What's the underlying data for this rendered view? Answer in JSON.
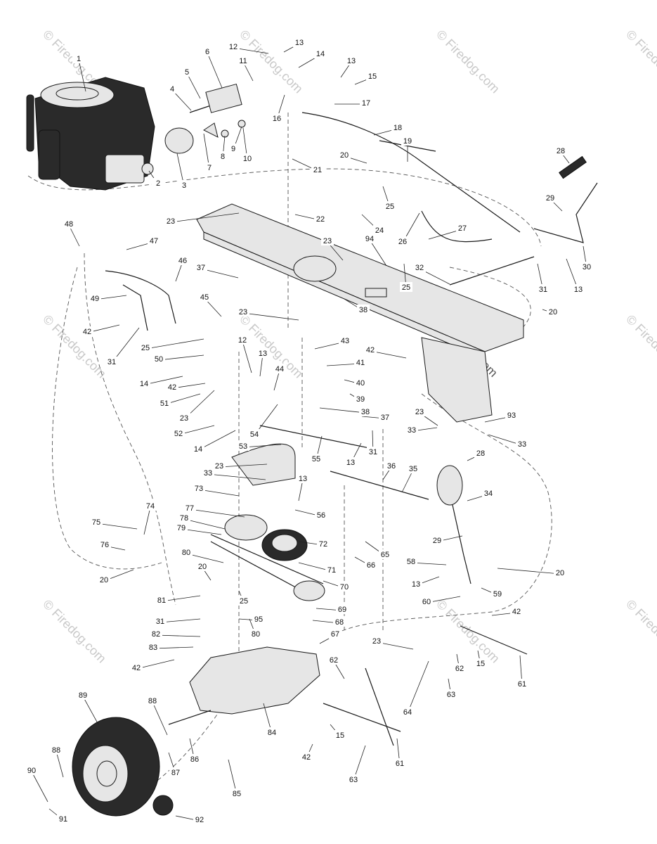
{
  "watermark": "© Firedog.com",
  "callouts": [
    "1",
    "2",
    "3",
    "4",
    "5",
    "6",
    "7",
    "8",
    "9",
    "10",
    "11",
    "12",
    "13",
    "14",
    "15",
    "16",
    "17",
    "18",
    "19",
    "20",
    "21",
    "22",
    "23",
    "24",
    "25",
    "26",
    "27",
    "28",
    "29",
    "30",
    "31",
    "32",
    "33",
    "34",
    "35",
    "36",
    "37",
    "38",
    "39",
    "40",
    "41",
    "42",
    "43",
    "44",
    "45",
    "46",
    "47",
    "48",
    "49",
    "50",
    "51",
    "52",
    "53",
    "54",
    "55",
    "56",
    "58",
    "59",
    "60",
    "61",
    "62",
    "63",
    "64",
    "65",
    "66",
    "67",
    "68",
    "69",
    "70",
    "71",
    "72",
    "73",
    "74",
    "75",
    "76",
    "77",
    "78",
    "79",
    "80",
    "81",
    "82",
    "83",
    "84",
    "85",
    "86",
    "87",
    "88",
    "89",
    "90",
    "91",
    "92",
    "93",
    "94",
    "95"
  ]
}
